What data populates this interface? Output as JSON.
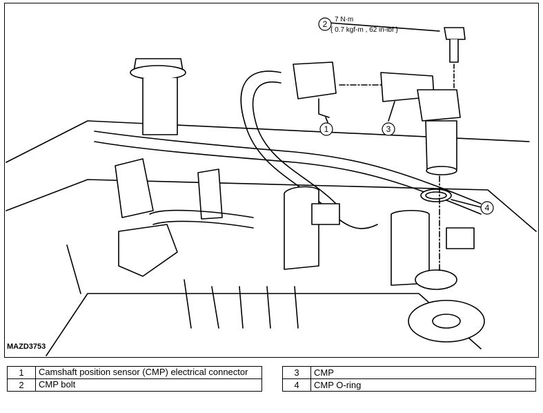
{
  "figure": {
    "id": "MAZD3753",
    "torque": {
      "callout": "2",
      "line1": "7 N·m",
      "line2": "{ 0.7 kgf-m , 62 in-lbf }"
    },
    "callouts": [
      "1",
      "3",
      "4"
    ]
  },
  "legend_left": [
    {
      "num": "1",
      "text": "Camshaft position sensor (CMP) electrical connector"
    },
    {
      "num": "2",
      "text": "CMP bolt"
    }
  ],
  "legend_right": [
    {
      "num": "3",
      "text": "CMP"
    },
    {
      "num": "4",
      "text": "CMP O-ring"
    }
  ]
}
